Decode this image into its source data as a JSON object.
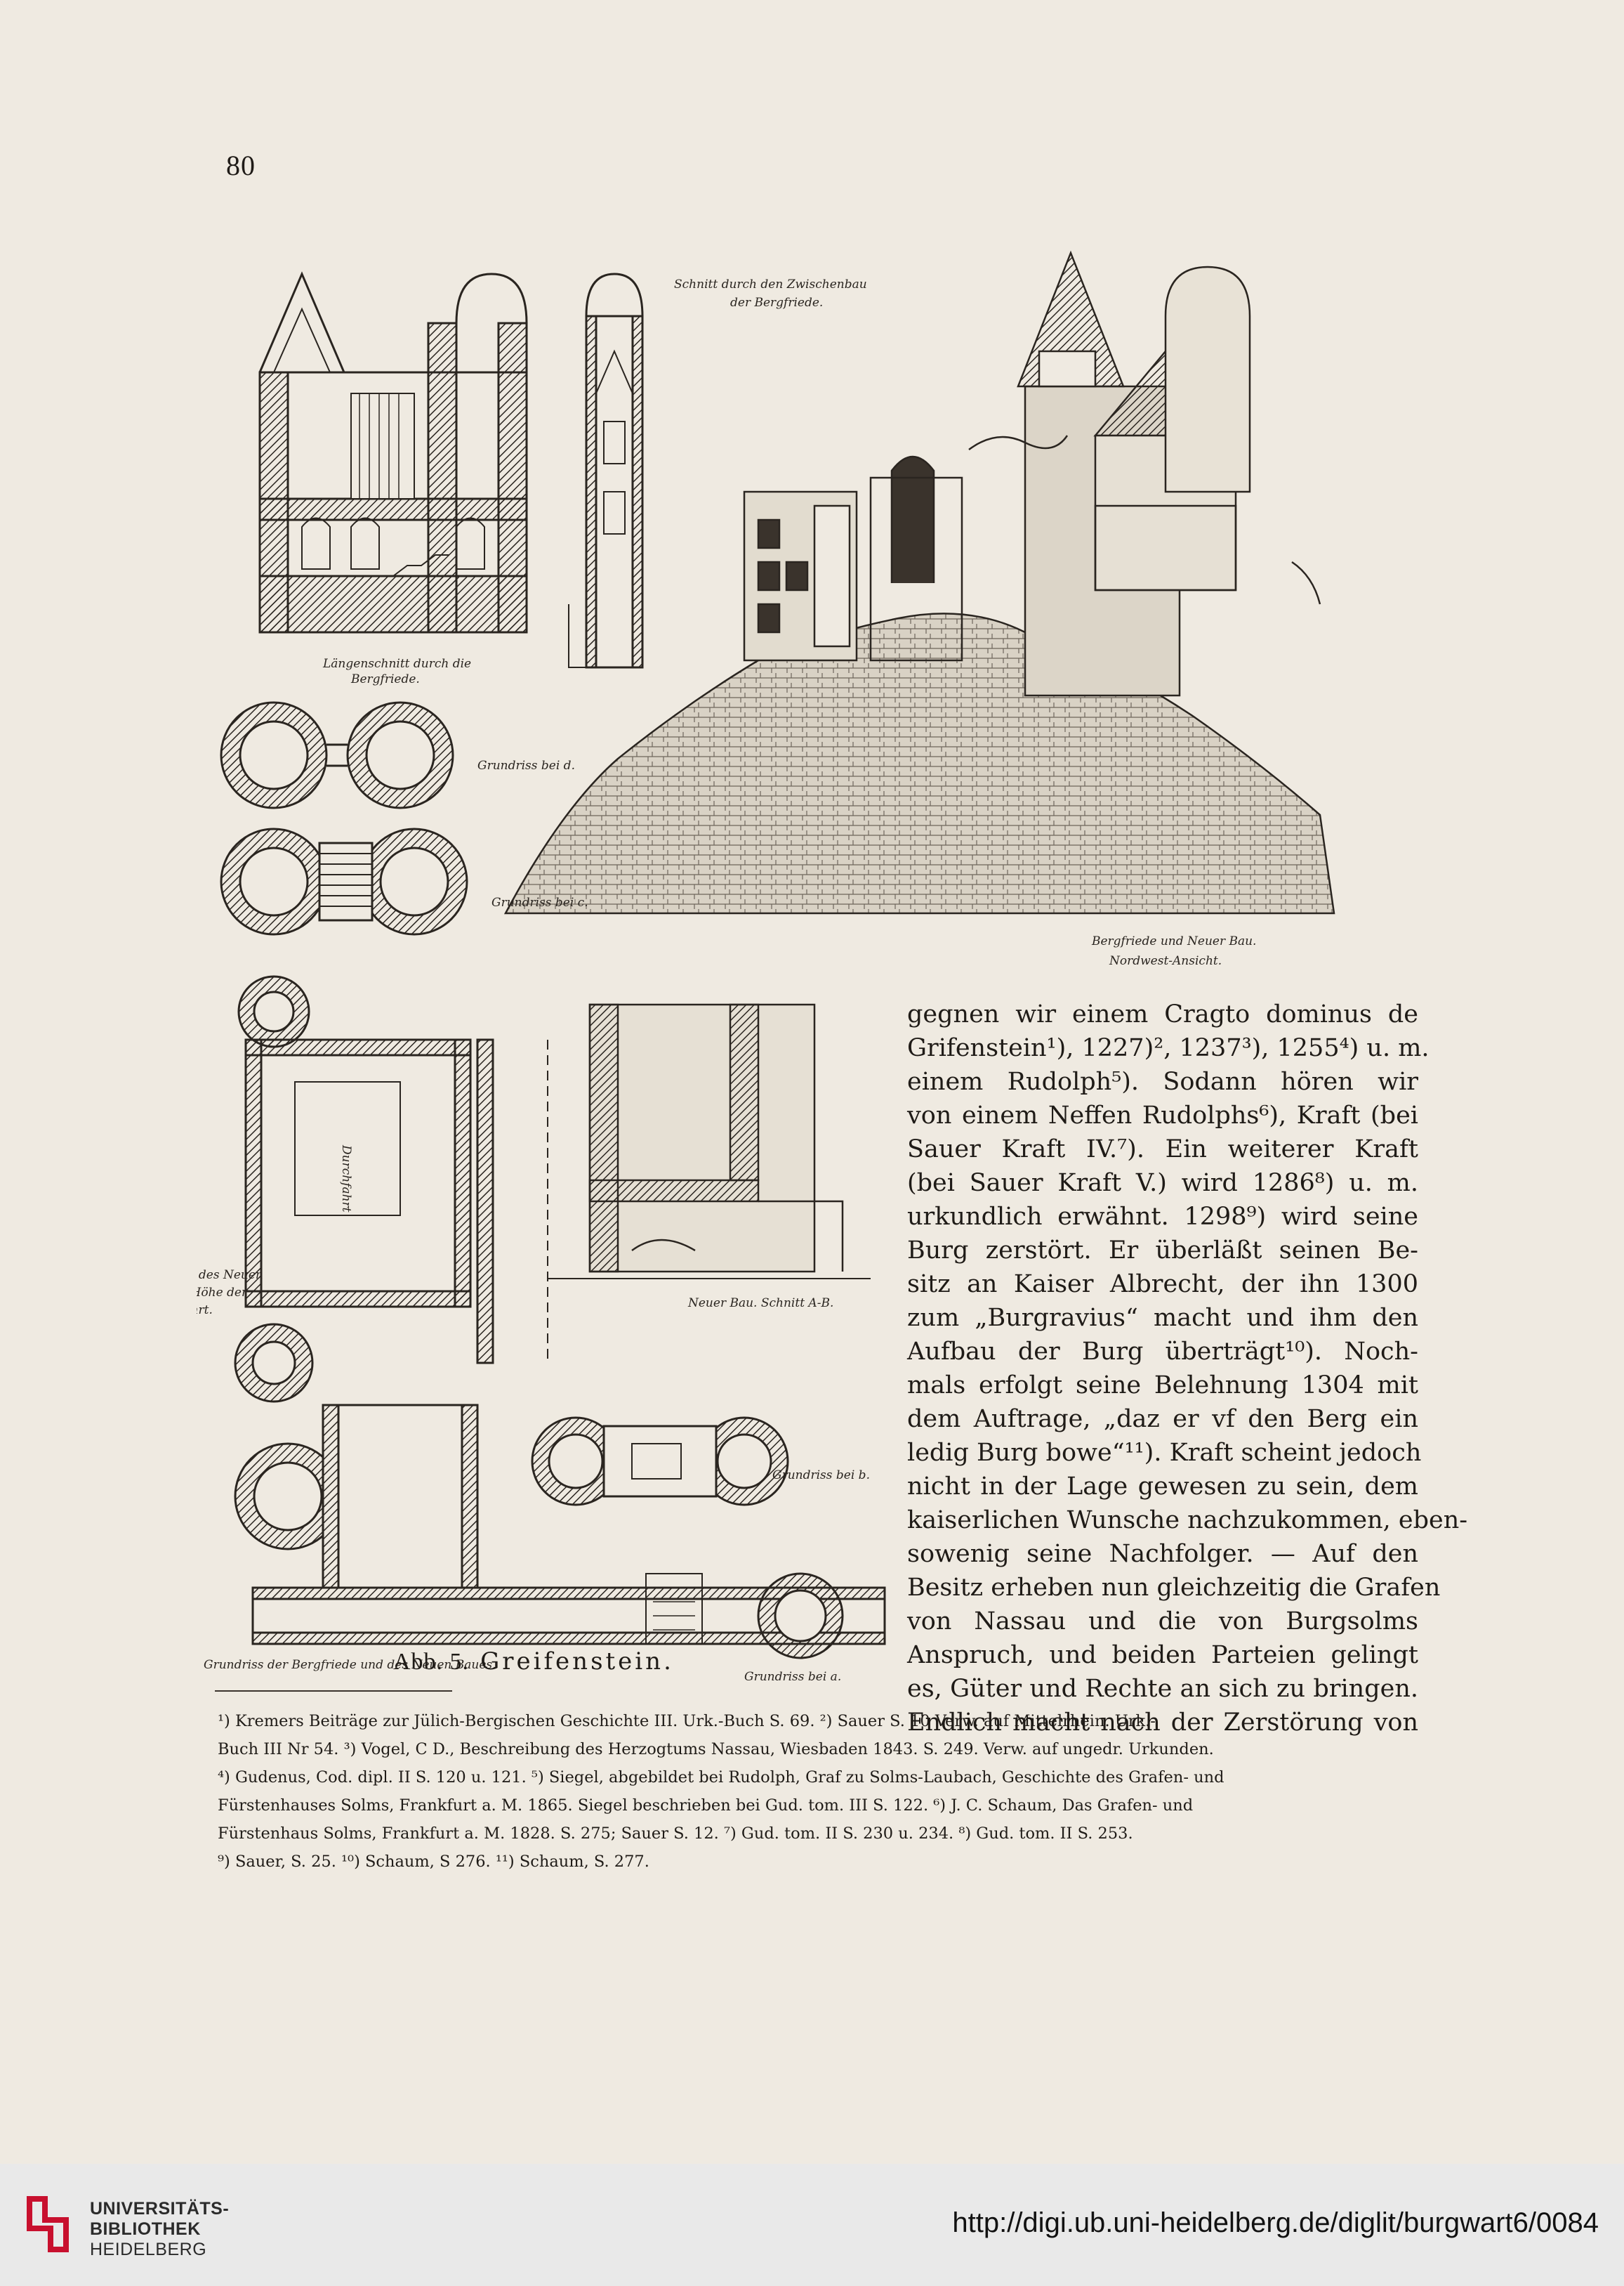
{
  "page": {
    "number": "80"
  },
  "figure": {
    "caption_number": "Abb. 5.",
    "caption_title": "Greifenstein.",
    "labels": {
      "section_long": "Längenschnitt durch die",
      "section_long_2": "Bergfriede.",
      "section_between": "Schnitt durch den Zwischenbau",
      "section_between_2": "der Bergfriede.",
      "view": "Bergfriede und Neuer Bau.",
      "view_2": "Nordwest-Ansicht.",
      "plan_d": "Grundriss bei d.",
      "plan_c": "Grundriss bei c.",
      "plan_b": "Grundriss bei b.",
      "plan_a": "Grundriss bei a.",
      "plan_new": "Grundriss des Neuen",
      "plan_new_2": "Baues in Höhe der",
      "plan_new_3": "Durchfahrt.",
      "plan_ground": "Grundriss der Bergfriede und des Neuen Baues.",
      "new_section": "Neuer Bau. Schnitt A-B.",
      "passage": "Durchfahrt"
    }
  },
  "body": {
    "lines": [
      "gegnen wir einem Cragto dominus de",
      "Grifenstein¹), 1227)², 1237³), 1255⁴) u. m.",
      "einem Rudolph⁵). Sodann hören wir",
      "von einem Neffen Rudolphs⁶), Kraft (bei",
      "Sauer Kraft IV.⁷). Ein weiterer Kraft",
      "(bei Sauer Kraft V.) wird 1286⁸) u. m.",
      "urkundlich erwähnt. 1298⁹) wird seine",
      "Burg zerstört. Er überläßt seinen Be-",
      "sitz an Kaiser Albrecht, der ihn 1300",
      "zum „Burgravius“ macht und ihm den",
      "Aufbau der Burg überträgt¹⁰). Noch-",
      "mals erfolgt seine Belehnung 1304 mit",
      "dem Auftrage, „daz er vf den Berg ein",
      "ledig Burg bowe“¹¹). Kraft scheint jedoch",
      "nicht in der Lage gewesen zu sein, dem",
      "kaiserlichen Wunsche nachzukommen, eben-",
      "sowenig seine Nachfolger. — Auf den",
      "Besitz erheben nun gleichzeitig die Grafen",
      "von Nassau und die von Burgsolms",
      "Anspruch, und beiden Parteien gelingt",
      "es, Güter und Rechte an sich zu bringen.",
      "Endlich macht nach der Zerstörung von"
    ]
  },
  "footnotes": {
    "lines": [
      "¹) Kremers Beiträge zur Jülich-Bergischen Geschichte III. Urk.-Buch S. 69. ²) Sauer S. 10 Verw. auf Mittelrhein. Urk.-",
      "Buch III Nr 54. ³) Vogel, C D., Beschreibung des Herzogtums Nassau, Wiesbaden 1843. S. 249. Verw. auf ungedr. Urkunden.",
      "⁴) Gudenus, Cod. dipl. II S. 120 u. 121. ⁵) Siegel, abgebildet bei Rudolph, Graf zu Solms-Laubach, Geschichte des Grafen- und",
      "Fürstenhauses Solms, Frankfurt a. M. 1865. Siegel beschrieben bei Gud. tom. III S. 122. ⁶) J. C. Schaum, Das Grafen- und",
      "Fürstenhaus Solms, Frankfurt a. M. 1828. S. 275; Sauer S. 12. ⁷) Gud. tom. II S. 230 u. 234. ⁸) Gud. tom. II S. 253.",
      "⁹) Sauer, S. 25. ¹⁰) Schaum, S 276. ¹¹) Schaum, S. 277."
    ]
  },
  "footer": {
    "library_line1": "UNIVERSITÄTS-",
    "library_line2": "BIBLIOTHEK",
    "library_line3": "HEIDELBERG",
    "url": "http://digi.ub.uni-heidelberg.de/diglit/burgwart6/0084",
    "logo_color": "#c8102e"
  }
}
